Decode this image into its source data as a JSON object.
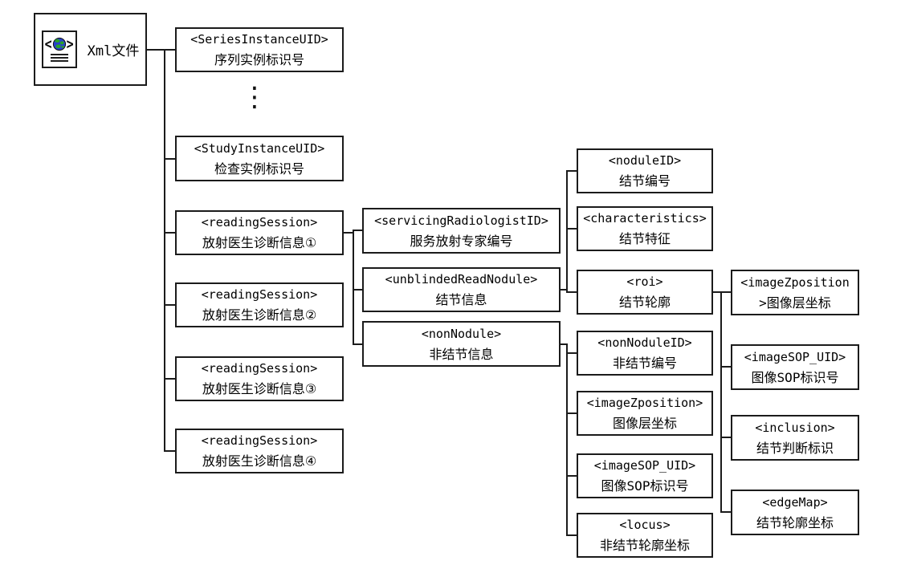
{
  "diagram": {
    "root": {
      "label": "Xml文件",
      "icon": "xml-file-globe-icon",
      "icon_left": "<",
      "icon_right": ">"
    },
    "ellipsis": "⋮",
    "nodes": {
      "series": {
        "tag": "<SeriesInstanceUID>",
        "label": "序列实例标识号"
      },
      "study": {
        "tag": "<StudyInstanceUID>",
        "label": "检查实例标识号"
      },
      "rs1": {
        "tag": "<readingSession>",
        "label": "放射医生诊断信息①"
      },
      "rs2": {
        "tag": "<readingSession>",
        "label": "放射医生诊断信息②"
      },
      "rs3": {
        "tag": "<readingSession>",
        "label": "放射医生诊断信息③"
      },
      "rs4": {
        "tag": "<readingSession>",
        "label": "放射医生诊断信息④"
      },
      "servicing": {
        "tag": "<servicingRadiologistID>",
        "label": "服务放射专家编号"
      },
      "unblinded": {
        "tag": "<unblindedReadNodule>",
        "label": "结节信息"
      },
      "nonnodule": {
        "tag": "<nonNodule>",
        "label": "非结节信息"
      },
      "noduleid": {
        "tag": "<noduleID>",
        "label": "结节编号"
      },
      "characteristics": {
        "tag": "<characteristics>",
        "label": "结节特征"
      },
      "roi": {
        "tag": "<roi>",
        "label": "结节轮廓"
      },
      "nonnoduleid": {
        "tag": "<nonNoduleID>",
        "label": "非结节编号"
      },
      "imagez4": {
        "tag": "<imageZposition>",
        "label": "图像层坐标"
      },
      "imagesop4": {
        "tag": "<imageSOP_UID>",
        "label": "图像SOP标识号"
      },
      "locus": {
        "tag": "<locus>",
        "label": "非结节轮廓坐标"
      },
      "imagez5": {
        "tag": "<imageZposition",
        "label": ">图像层坐标"
      },
      "imagesop5": {
        "tag": "<imageSOP_UID>",
        "label": "图像SOP标识号"
      },
      "inclusion": {
        "tag": "<inclusion>",
        "label": "结节判断标识"
      },
      "edgemap": {
        "tag": "<edgeMap>",
        "label": "结节轮廓坐标"
      }
    },
    "colors": {
      "line": "#1b1b1b",
      "text": "#000000",
      "background": "#ffffff",
      "globe_blue": "#2941cc",
      "globe_green": "#28a228"
    }
  }
}
